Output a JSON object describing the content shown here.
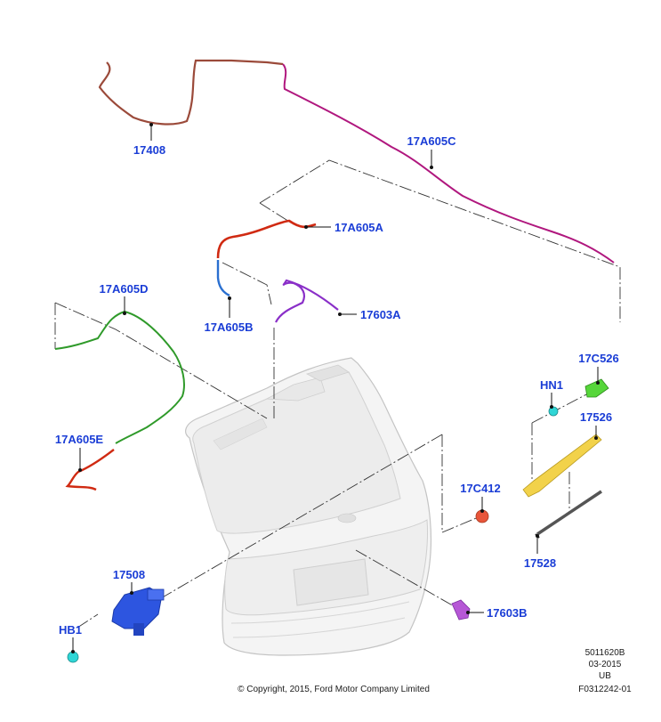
{
  "callouts": {
    "c17408": "17408",
    "c17A605C": "17A605C",
    "c17A605A": "17A605A",
    "c17A605D": "17A605D",
    "c17A605B": "17A605B",
    "c17603A": "17603A",
    "c17C526": "17C526",
    "cHN1": "HN1",
    "c17526": "17526",
    "c17A605E": "17A605E",
    "c17C412": "17C412",
    "c17528": "17528",
    "c17508": "17508",
    "c17603B": "17603B",
    "cHB1": "HB1"
  },
  "footer": {
    "copyright": "© Copyright, 2015, Ford Motor Company Limited",
    "ref1": "5011620B",
    "date": "03-2015",
    "region": "UB",
    "ref2": "F0312242-01"
  },
  "colors": {
    "callout": "#1a3dd6",
    "hose_17408": "#9b4a3a",
    "hose_17A605C": "#b0177e",
    "hose_17A605A": "#d02a12",
    "hose_17A605B": "#2a6fd0",
    "hose_17603A": "#8a2fc8",
    "hose_17A605D": "#2f9a2a",
    "hose_17A605E": "#d02a12",
    "motor_17508": "#2d55e0",
    "nozzle_17603B": "#b657d6",
    "cap_17C526": "#56d63a",
    "nut_HN1": "#2fd6d6",
    "cap_17C412": "#e8553a",
    "arm_17526": "#f2d24a",
    "blade_17528": "#555555",
    "bolt_HB1": "#2fd6d6"
  }
}
